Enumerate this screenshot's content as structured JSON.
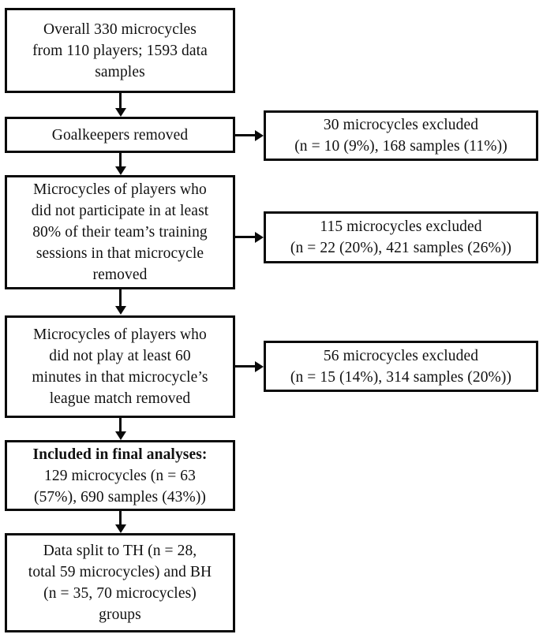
{
  "diagram": {
    "type": "flowchart",
    "title": "Participant and microcycle inclusion flowchart",
    "orientation": "top-to-bottom",
    "background_color": "#ffffff",
    "line_color": "#0a0a0a",
    "text_color": "#111111",
    "nodes": {
      "overall": {
        "id": "overall",
        "lines": [
          "Overall 330 microcycles",
          "from 110 players; 1593 data",
          "samples"
        ]
      },
      "goalkeepers_removed": {
        "id": "goalkeepers_removed",
        "lines": [
          "Goalkeepers removed"
        ]
      },
      "training_removed": {
        "id": "training_removed",
        "lines": [
          "Microcycles of players who",
          "did not participate in at least",
          "80% of their team’s training",
          "sessions in that microcycle",
          "removed"
        ]
      },
      "minutes_removed": {
        "id": "minutes_removed",
        "lines": [
          "Microcycles of players who",
          "did not play at least 60",
          "minutes in that microcycle’s",
          "league match removed"
        ]
      },
      "included_final": {
        "id": "included_final",
        "lines": [
          "Included in final analyses:",
          "129 microcycles (n = 63",
          "(57%), 690 samples (43%))"
        ],
        "bold_lines": [
          0
        ]
      },
      "data_split": {
        "id": "data_split",
        "lines": [
          "Data split to TH (n = 28,",
          "total 59 microcycles) and BH",
          "(n = 35, 70 microcycles)",
          "groups"
        ]
      },
      "excluded_goalkeepers": {
        "id": "excluded_goalkeepers",
        "lines": [
          "30 microcycles excluded",
          "(n = 10 (9%), 168 samples (11%))"
        ]
      },
      "excluded_training": {
        "id": "excluded_training",
        "lines": [
          "115 microcycles excluded",
          "(n = 22 (20%), 421 samples (26%))"
        ]
      },
      "excluded_minutes": {
        "id": "excluded_minutes",
        "lines": [
          "56 microcycles excluded",
          "(n = 15 (14%), 314 samples (20%))"
        ]
      }
    },
    "edges": [
      {
        "from": "overall",
        "to": "goalkeepers_removed",
        "direction": "down"
      },
      {
        "from": "goalkeepers_removed",
        "to": "excluded_goalkeepers",
        "direction": "right"
      },
      {
        "from": "goalkeepers_removed",
        "to": "training_removed",
        "direction": "down"
      },
      {
        "from": "training_removed",
        "to": "excluded_training",
        "direction": "right"
      },
      {
        "from": "training_removed",
        "to": "minutes_removed",
        "direction": "down"
      },
      {
        "from": "minutes_removed",
        "to": "excluded_minutes",
        "direction": "right"
      },
      {
        "from": "minutes_removed",
        "to": "included_final",
        "direction": "down"
      },
      {
        "from": "included_final",
        "to": "data_split",
        "direction": "down"
      }
    ]
  }
}
